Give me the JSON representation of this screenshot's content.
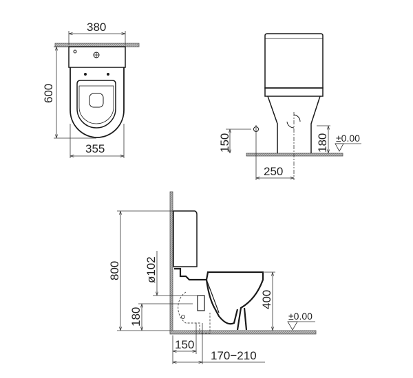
{
  "diagram": {
    "type": "technical-dimension-drawing",
    "subject": "close-coupled toilet",
    "colors": {
      "line": "#1a1a1a",
      "dim_line": "#333333",
      "floor_hatch": "#9a9a9a",
      "background": "#ffffff"
    },
    "views": {
      "top": {
        "width_top": "380",
        "depth": "600",
        "width_bottom": "355"
      },
      "front": {
        "inlet_height": "150",
        "outlet_height": "180",
        "inlet_offset": "250",
        "floor_level": "±0.00"
      },
      "side": {
        "total_height": "800",
        "pipe_diameter": "ø102",
        "outlet_height": "180",
        "seat_height": "400",
        "floor_level": "±0.00",
        "wall_to_inlet": "150",
        "wall_to_outlet": "170−210"
      }
    }
  }
}
